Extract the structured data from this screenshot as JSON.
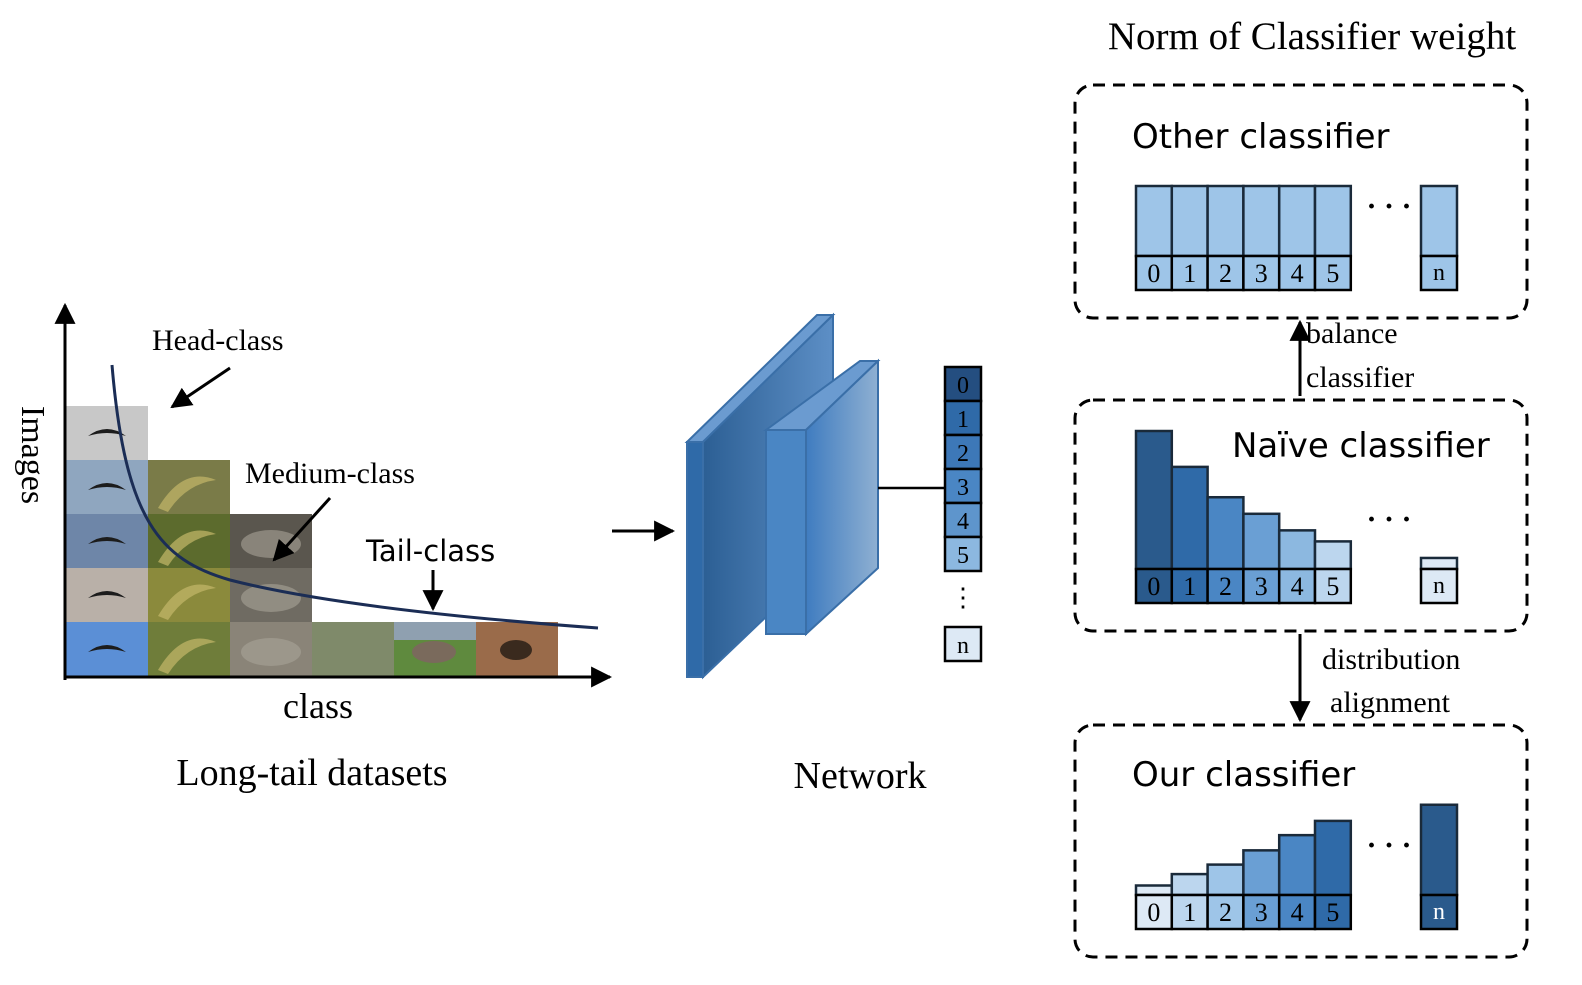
{
  "left_panel": {
    "y_axis_label": "Images",
    "x_axis_label": "class",
    "caption": "Long-tail datasets",
    "head_label": "Head-class",
    "medium_label": "Medium-class",
    "tail_label": "Tail-class",
    "columns": [
      {
        "tiles": 5,
        "description": "bird photos"
      },
      {
        "tiles": 4,
        "description": "seaweed photos"
      },
      {
        "tiles": 3,
        "description": "rock photos"
      },
      {
        "tiles": 1,
        "description": "pond photo"
      },
      {
        "tiles": 1,
        "description": "warthog photo"
      },
      {
        "tiles": 1,
        "description": "small animal photo"
      }
    ]
  },
  "network": {
    "caption": "Network",
    "outputs": [
      "0",
      "1",
      "2",
      "3",
      "4",
      "5",
      "n"
    ],
    "ellipsis": "⋮"
  },
  "right_panel": {
    "title": "Norm of Classifier weight",
    "class_labels": [
      "0",
      "1",
      "2",
      "3",
      "4",
      "5"
    ],
    "last_label": "n",
    "ellipsis": "· · ·",
    "balance_label_1": "balance",
    "balance_label_2": "classifier",
    "align_label_1": "distribution",
    "align_label_2": "alignment",
    "classifiers": [
      {
        "name": "Other classifier",
        "norms": [
          1.0,
          1.0,
          1.0,
          1.0,
          1.0,
          1.0
        ],
        "norm_n": 1.0,
        "colors": [
          "#9ec5e8",
          "#9ec5e8",
          "#9ec5e8",
          "#9ec5e8",
          "#9ec5e8",
          "#9ec5e8"
        ],
        "color_n": "#9ec5e8"
      },
      {
        "name": "Naïve classifier",
        "norms": [
          1.0,
          0.74,
          0.52,
          0.4,
          0.28,
          0.2
        ],
        "norm_n": 0.08,
        "colors": [
          "#2a5a8c",
          "#2f6aa8",
          "#4a86c4",
          "#6a9fd4",
          "#8cb8e0",
          "#bcd6ee"
        ],
        "color_n": "#dde9f5"
      },
      {
        "name": "Our classifier",
        "norms": [
          0.1,
          0.22,
          0.32,
          0.47,
          0.63,
          0.78
        ],
        "norm_n": 0.95,
        "colors": [
          "#dde9f5",
          "#bcd6ee",
          "#9ec5e8",
          "#6a9fd4",
          "#4a86c4",
          "#2f6aa8"
        ],
        "color_n": "#2a5a8c"
      }
    ]
  }
}
